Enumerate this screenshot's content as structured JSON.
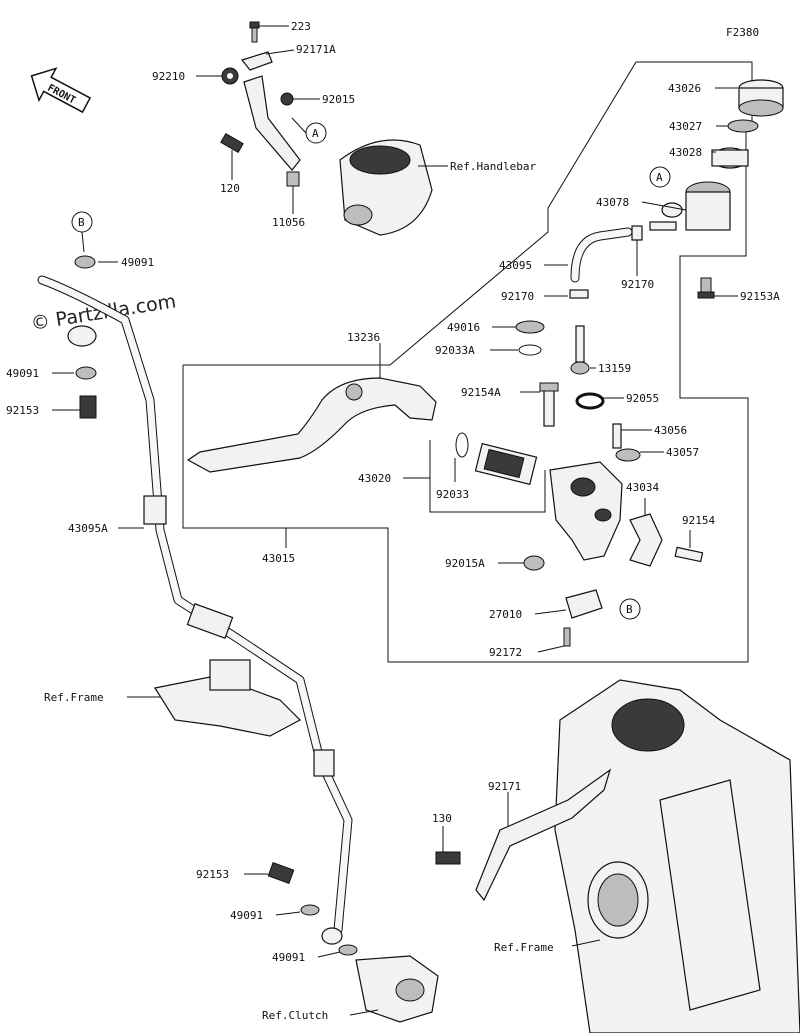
{
  "figure_code": "F2380",
  "watermark": "© Partzilla.com",
  "front_label": "FRONT",
  "callouts": [
    {
      "id": "A",
      "label": "A"
    },
    {
      "id": "A2",
      "label": "A"
    },
    {
      "id": "B",
      "label": "B"
    },
    {
      "id": "B2",
      "label": "B"
    }
  ],
  "parts": {
    "p223": "223",
    "p92171A": "92171A",
    "p92210": "92210",
    "p92015": "92015",
    "p120": "120",
    "p11056": "11056",
    "refHandlebar": "Ref.Handlebar",
    "p43026": "43026",
    "p43027": "43027",
    "p43028": "43028",
    "p43078": "43078",
    "p43095": "43095",
    "p92170a": "92170",
    "p92170b": "92170",
    "p92153A": "92153A",
    "p49091a": "49091",
    "p49091b": "49091",
    "p92153a": "92153",
    "p43095A": "43095A",
    "p49016": "49016",
    "p92033A": "92033A",
    "p13236": "13236",
    "p13159": "13159",
    "p92154A": "92154A",
    "p92055": "92055",
    "p43056": "43056",
    "p43057": "43057",
    "p43020": "43020",
    "p92033": "92033",
    "p43034": "43034",
    "p92154": "92154",
    "p43015": "43015",
    "p92015A": "92015A",
    "p27010": "27010",
    "p92172": "92172",
    "refFrame1": "Ref.Frame",
    "p92171": "92171",
    "p130": "130",
    "p92153b": "92153",
    "p49091c": "49091",
    "p49091d": "49091",
    "refFrame2": "Ref.Frame",
    "refClutch": "Ref.Clutch"
  }
}
